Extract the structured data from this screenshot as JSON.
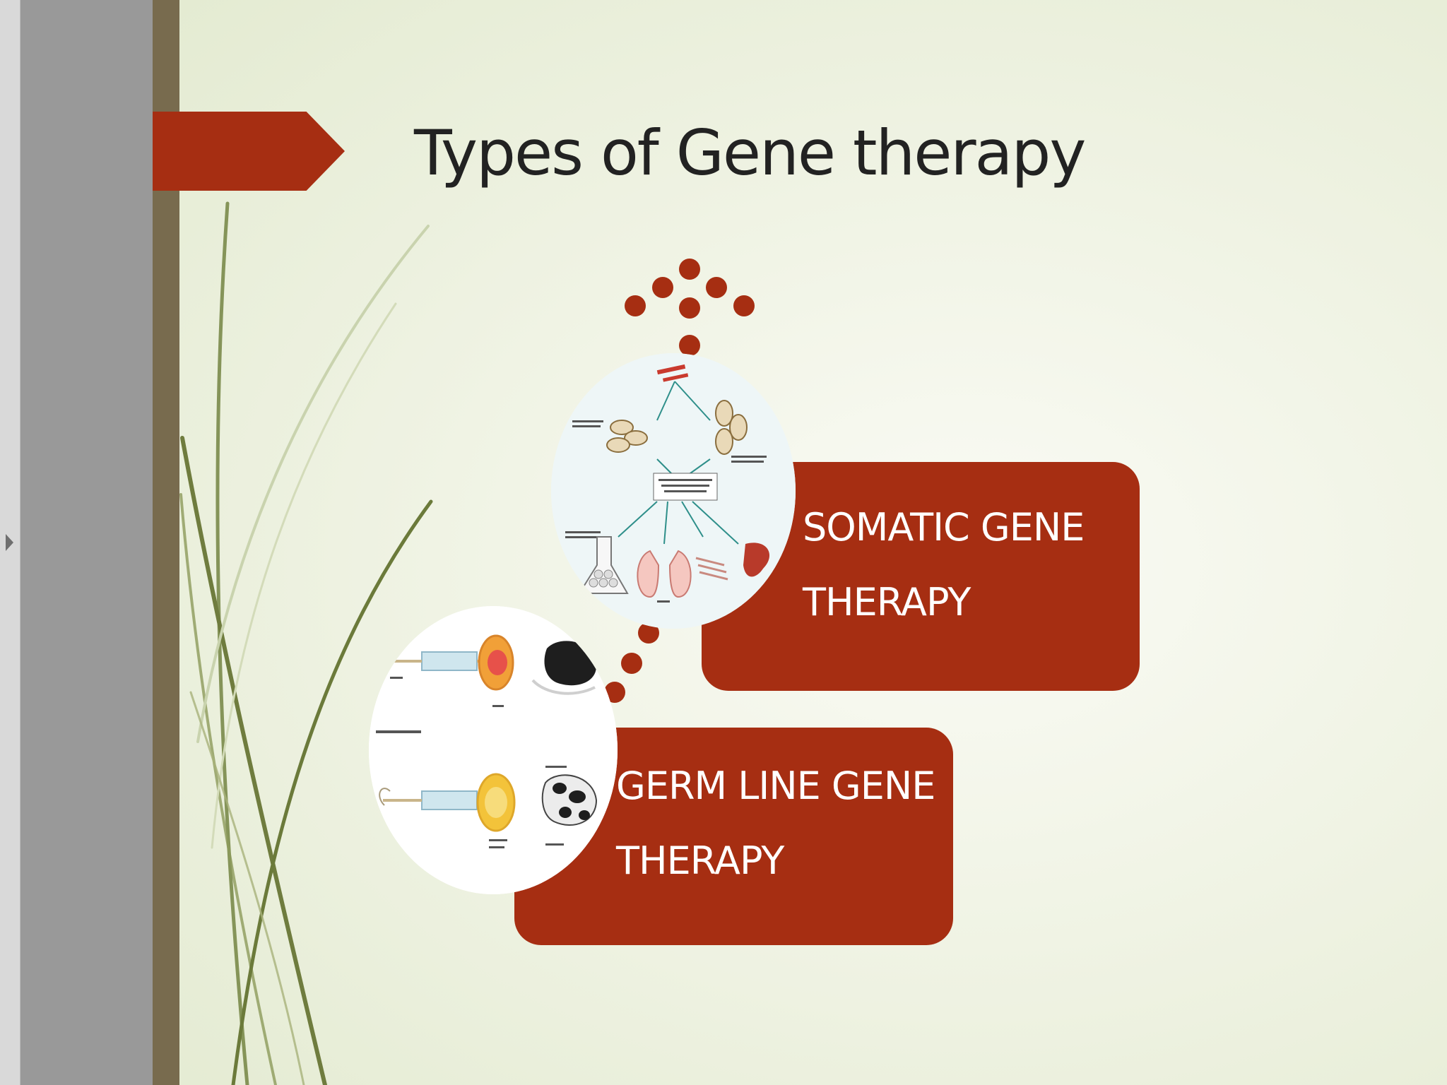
{
  "slide": {
    "title": "Types of Gene therapy",
    "somatic_box": {
      "line1": "SOMATIC GENE",
      "line2": "THERAPY"
    },
    "germline_box": {
      "line1": "GERM LINE GENE",
      "line2": "THERAPY"
    }
  },
  "colors": {
    "accent": "#a62e12",
    "title_text": "#222222",
    "olive": "#786b4e",
    "panel_gray": "#999999"
  },
  "icons": [
    "chevron-right-icon",
    "somatic-therapy-image",
    "germline-therapy-image"
  ]
}
